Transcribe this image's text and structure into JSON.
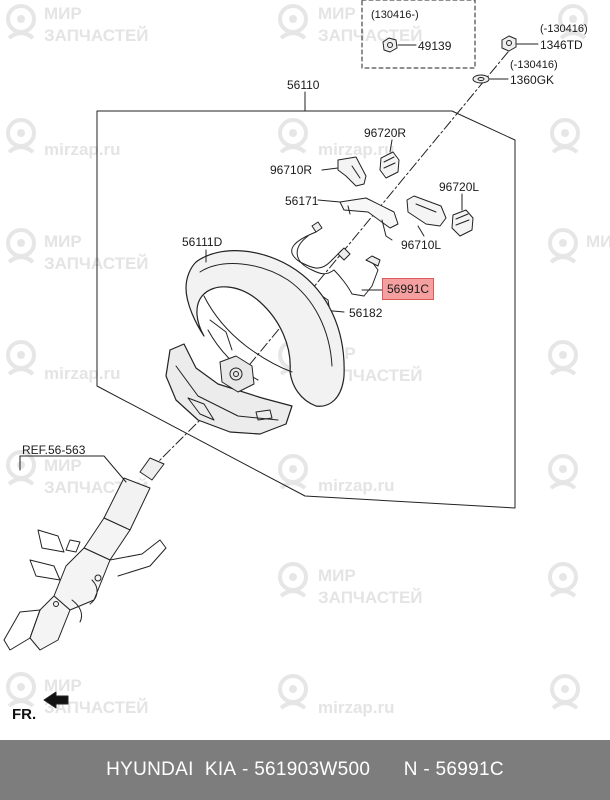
{
  "watermark": {
    "brand_line1": "МИР",
    "brand_line2": "ЗАПЧАСТЕЙ",
    "site": "mirzap.ru"
  },
  "labels": {
    "box_note": "(130416-)",
    "p49139": "49139",
    "note_1346": "(-130416)",
    "p1346td": "1346TD",
    "note_1360": "(-130416)",
    "p1360gk": "1360GK",
    "p56110": "56110",
    "p96720r": "96720R",
    "p96710r": "96710R",
    "p96720l": "96720L",
    "p56171": "56171",
    "p96710l": "96710L",
    "p56111d": "56111D",
    "p56991c": "56991C",
    "p56182": "56182",
    "ref": "REF.56-563",
    "fr": "FR."
  },
  "footer": {
    "brand": "HYUNDAI  KIA",
    "sep1": " - ",
    "part_no": "561903W500",
    "gap": "      ",
    "prefix": "N",
    "sep2": " - ",
    "code": "56991C"
  },
  "colors": {
    "highlight": "#f4a0a0",
    "footer_bg": "#7d7d7d",
    "footer_text": "#ffffff"
  }
}
